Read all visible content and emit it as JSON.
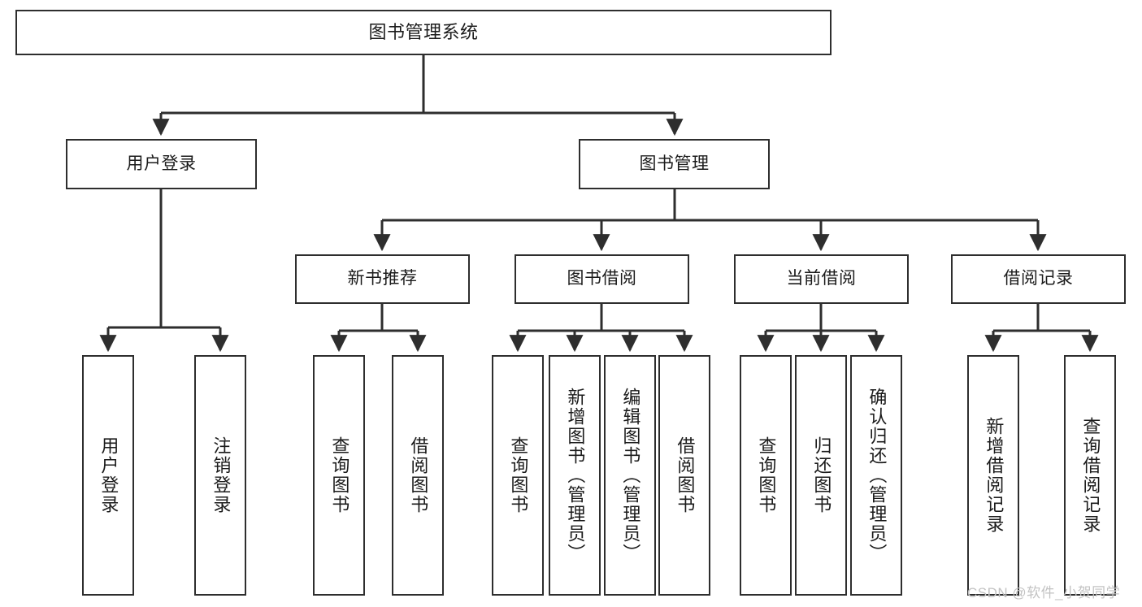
{
  "diagram": {
    "title": "图书管理系统",
    "type": "tree-hierarchy-diagram",
    "watermark": "CSDN @软件_小贺同学",
    "colors": {
      "background": "#ffffff",
      "node_border": "#2e2e2e",
      "node_fill": "#ffffff",
      "text": "#1b1b1b",
      "edge": "#2e2e2e",
      "watermark": "#c3c3c3"
    }
  },
  "nodes": {
    "root": {
      "label": "图书管理系统"
    },
    "level2": [
      {
        "label": "用户登录"
      },
      {
        "label": "图书管理"
      }
    ],
    "level3": [
      {
        "label": "新书推荐"
      },
      {
        "label": "图书借阅"
      },
      {
        "label": "当前借阅"
      },
      {
        "label": "借阅记录"
      }
    ],
    "leaves": {
      "user_login": [
        {
          "label": "用户登录"
        },
        {
          "label": "注销登录"
        }
      ],
      "new_book_recommend": [
        {
          "label": "查询图书"
        },
        {
          "label": "借阅图书"
        }
      ],
      "book_borrow": [
        {
          "label": "查询图书"
        },
        {
          "label": "新增图书（管理员）"
        },
        {
          "label": "编辑图书（管理员）"
        },
        {
          "label": "借阅图书"
        }
      ],
      "current_borrow": [
        {
          "label": "查询图书"
        },
        {
          "label": "归还图书"
        },
        {
          "label": "确认归还（管理员）"
        }
      ],
      "borrow_record": [
        {
          "label": "新增借阅记录"
        },
        {
          "label": "查询借阅记录"
        }
      ]
    }
  }
}
